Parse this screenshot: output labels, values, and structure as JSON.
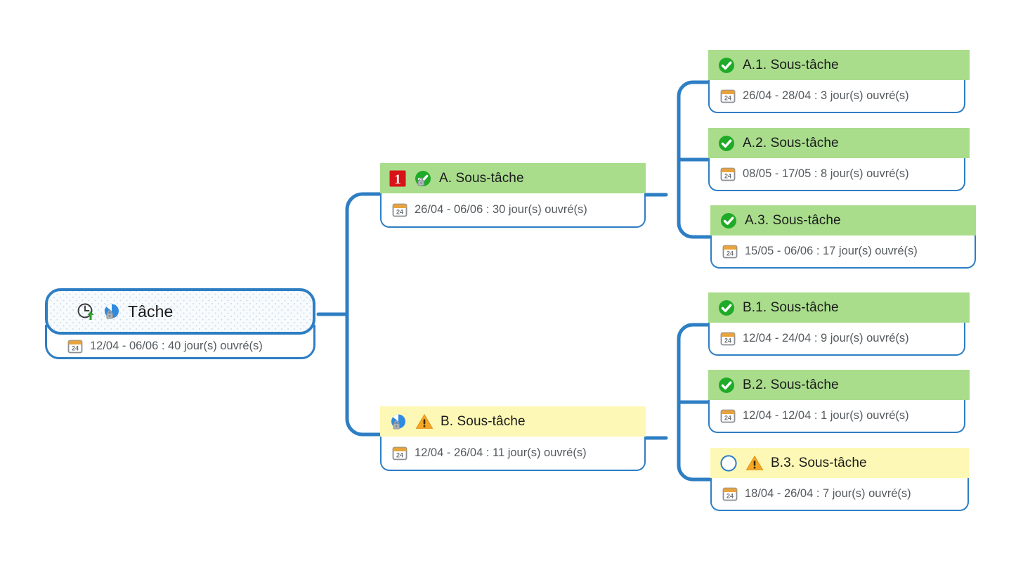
{
  "diagram": {
    "type": "mindmap-gantt-tree",
    "language": "fr",
    "background": "#ffffff",
    "connector_color": "#2e7ec4"
  },
  "palette": {
    "connector_blue": "#2e7ec4",
    "header_green": "#a9dd8c",
    "header_yellow": "#fdf8b5",
    "root_fill": "#f7fbfe",
    "check_green": "#1faa28",
    "warning_orange": "#f5a623",
    "priority_red": "#d81317",
    "calendar_orange": "#e8a33d",
    "calendar_gray": "#8a8f94",
    "date_text": "#555a5e",
    "title_text": "#1b1b1b"
  },
  "root": {
    "id": "root",
    "label": "Tâche",
    "dates": "12/04 - 06/06 : 40 jour(s) ouvré(s)",
    "date_start": "12/04",
    "date_end": "06/06",
    "workdays": 40,
    "date_icon": "calendar-icon",
    "calendar_day": "24",
    "icons": [
      "clock-up-arrow-icon",
      "pie-chart-lock-icon"
    ],
    "style": "root"
  },
  "nodes": [
    {
      "id": "a",
      "label": "A. Sous-tâche",
      "dates": "26/04 - 06/06 : 30 jour(s) ouvré(s)",
      "date_start": "26/04",
      "date_end": "06/06",
      "workdays": 30,
      "calendar_day": "24",
      "priority_badge": "1",
      "icons": [
        "priority-1-badge",
        "check-lock-icon"
      ],
      "status": "done-locked",
      "header_color": "green"
    },
    {
      "id": "a1",
      "label": "A.1. Sous-tâche",
      "dates": "26/04 - 28/04 : 3 jour(s) ouvré(s)",
      "date_start": "26/04",
      "date_end": "28/04",
      "workdays": 3,
      "calendar_day": "24",
      "icons": [
        "check-circle-icon"
      ],
      "status": "done",
      "header_color": "green"
    },
    {
      "id": "a2",
      "label": "A.2. Sous-tâche",
      "dates": "08/05 - 17/05 : 8 jour(s) ouvré(s)",
      "date_start": "08/05",
      "date_end": "17/05",
      "workdays": 8,
      "calendar_day": "24",
      "icons": [
        "check-circle-icon"
      ],
      "status": "done",
      "header_color": "green"
    },
    {
      "id": "a3",
      "label": "A.3. Sous-tâche",
      "dates": "15/05 - 06/06 : 17 jour(s) ouvré(s)",
      "date_start": "15/05",
      "date_end": "06/06",
      "workdays": 17,
      "calendar_day": "24",
      "icons": [
        "check-circle-icon"
      ],
      "status": "done",
      "header_color": "green"
    },
    {
      "id": "b",
      "label": "B. Sous-tâche",
      "dates": "12/04 - 26/04 : 11 jour(s) ouvré(s)",
      "date_start": "12/04",
      "date_end": "26/04",
      "workdays": 11,
      "calendar_day": "24",
      "icons": [
        "pie-chart-lock-icon",
        "warning-triangle-icon"
      ],
      "status": "warning-locked",
      "header_color": "yellow"
    },
    {
      "id": "b1",
      "label": "B.1. Sous-tâche",
      "dates": "12/04 - 24/04 : 9 jour(s) ouvré(s)",
      "date_start": "12/04",
      "date_end": "24/04",
      "workdays": 9,
      "calendar_day": "24",
      "icons": [
        "check-circle-icon"
      ],
      "status": "done",
      "header_color": "green"
    },
    {
      "id": "b2",
      "label": "B.2. Sous-tâche",
      "dates": "12/04 - 12/04 : 1 jour(s) ouvré(s)",
      "date_start": "12/04",
      "date_end": "12/04",
      "workdays": 1,
      "calendar_day": "24",
      "icons": [
        "check-circle-icon"
      ],
      "status": "done",
      "header_color": "green"
    },
    {
      "id": "b3",
      "label": "B.3. Sous-tâche",
      "dates": "18/04 - 26/04 : 7 jour(s) ouvré(s)",
      "date_start": "18/04",
      "date_end": "26/04",
      "workdays": 7,
      "calendar_day": "24",
      "icons": [
        "empty-circle-icon",
        "warning-triangle-icon"
      ],
      "status": "not-started-warning",
      "header_color": "yellow"
    }
  ]
}
